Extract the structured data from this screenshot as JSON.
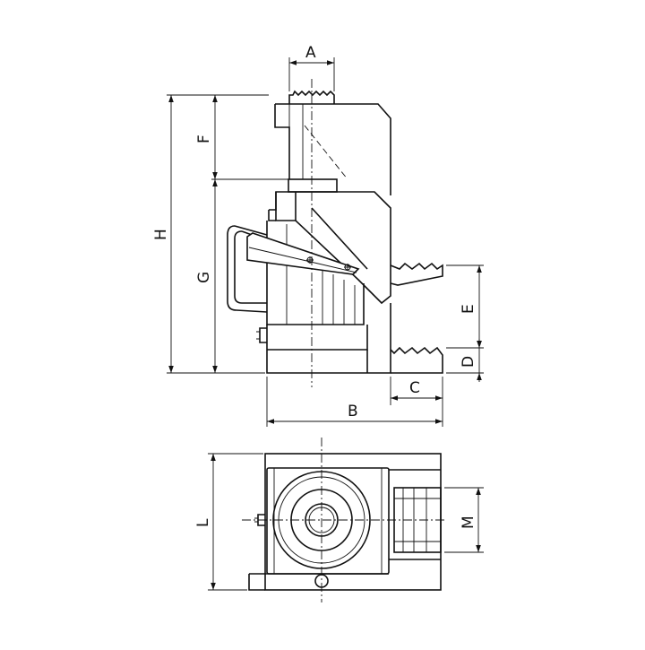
{
  "drawing": {
    "dimension_labels": {
      "A": "A",
      "B": "B",
      "C": "C",
      "D": "D",
      "E": "E",
      "F": "F",
      "G": "G",
      "H": "H",
      "L": "L",
      "M": "M"
    },
    "line_color": "#111111",
    "background": "#ffffff"
  }
}
